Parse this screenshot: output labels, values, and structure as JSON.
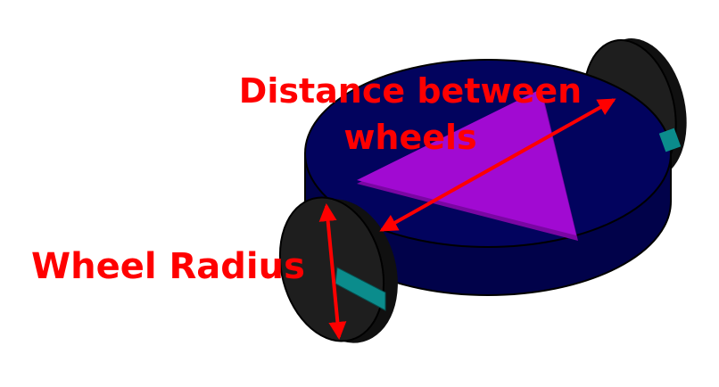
{
  "labels": {
    "distance_line1": "Distance between",
    "distance_line2": "wheels",
    "wheel_radius": "Wheel Radius"
  },
  "colors": {
    "body": "#02035e",
    "body_side": "#01024a",
    "body_outline": "#000000",
    "triangle": "#a10ad2",
    "triangle_shade": "#7a06a3",
    "wheel_face": "#1e1e1e",
    "wheel_rim": "#101010",
    "axle": "#0b8c8c",
    "annotation": "#ff0000"
  }
}
